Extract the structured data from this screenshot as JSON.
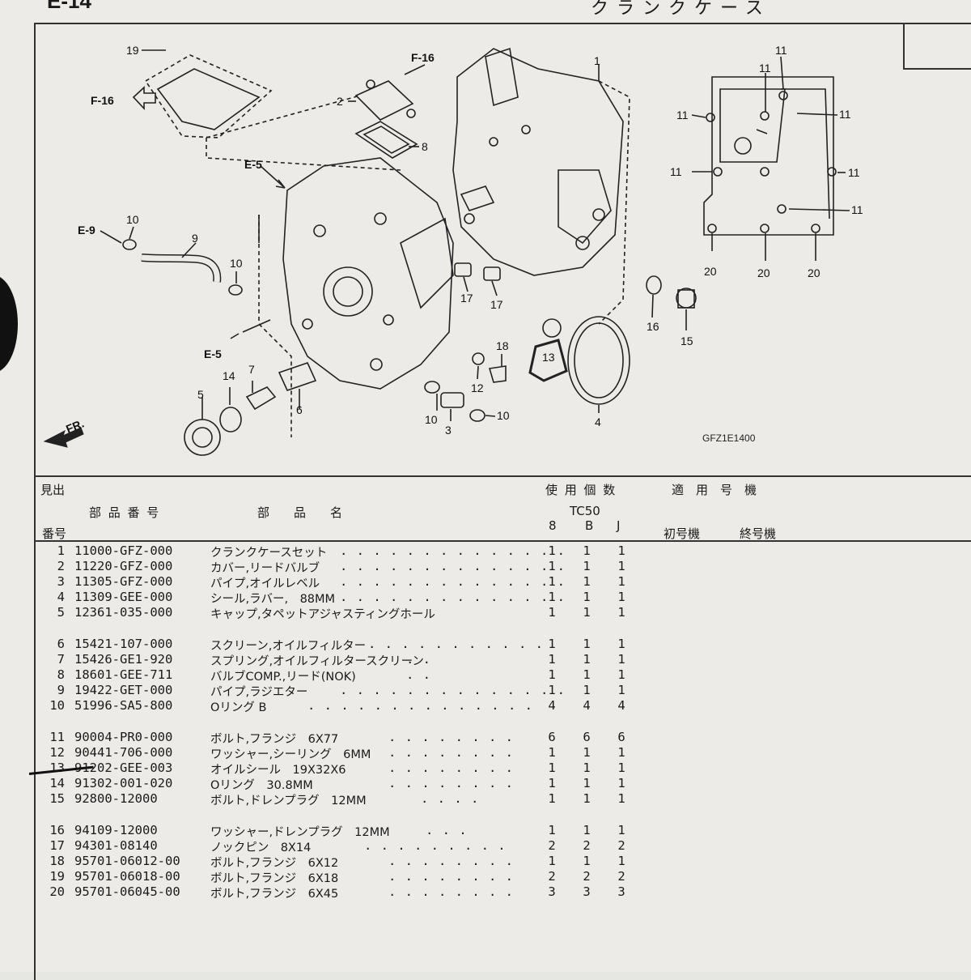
{
  "header": {
    "section_code": "E-14",
    "section_title": "クランクケース"
  },
  "diagram": {
    "code": "GFZ1E1400",
    "direction_label": "FR.",
    "refs": {
      "f16": "F-16",
      "e5": "E-5",
      "e9": "E-9"
    },
    "callouts": {
      "n1": "1",
      "n2": "2",
      "n3": "3",
      "n4": "4",
      "n5": "5",
      "n6": "6",
      "n7": "7",
      "n8": "8",
      "n9": "9",
      "n10": "10",
      "n11": "11",
      "n12": "12",
      "n13": "13",
      "n14": "14",
      "n15": "15",
      "n16": "16",
      "n17": "17",
      "n18": "18",
      "n19": "19",
      "n20": "20"
    }
  },
  "table_header": {
    "midashi": "見出",
    "bango": "番号",
    "part_number": "部 品 番 号",
    "part_name": "部　　品　　名",
    "qty_used": "使 用 個 数",
    "applicable_model": "適　用　号　機",
    "model": "TC50",
    "variants": [
      "8",
      "B",
      "J"
    ],
    "first_serial": "初号機",
    "last_serial": "終号機"
  },
  "rows": [
    {
      "no": "1",
      "part": "11000-GFZ-000",
      "name": "クランクケースセット",
      "dots": ". . . . . . . . . . . . . .",
      "q": [
        "1",
        "1",
        "1"
      ]
    },
    {
      "no": "2",
      "part": "11220-GFZ-000",
      "name": "カバー,リードバルブ",
      "dots": ". . . . . . . . . . . . . .",
      "q": [
        "1",
        "1",
        "1"
      ]
    },
    {
      "no": "3",
      "part": "11305-GFZ-000",
      "name": "パイプ,オイルレベル",
      "dots": ". . . . . . . . . . . . . .",
      "q": [
        "1",
        "1",
        "1"
      ]
    },
    {
      "no": "4",
      "part": "11309-GEE-000",
      "name": "シール,ラバー,　88MM",
      "dots": ". . . . . . . . . . . . . .",
      "q": [
        "1",
        "1",
        "1"
      ]
    },
    {
      "no": "5",
      "part": "12361-035-000",
      "name": "キャップ,タペットアジャスティングホール",
      "dots": "",
      "q": [
        "1",
        "1",
        "1"
      ]
    },
    {
      "no": "6",
      "part": "15421-107-000",
      "name": "スクリーン,オイルフィルター",
      "dots": ". . . . . . . . . . .",
      "q": [
        "1",
        "1",
        "1"
      ]
    },
    {
      "no": "7",
      "part": "15426-GE1-920",
      "name": "スプリング,オイルフィルタースクリーン",
      "dots": ". .",
      "q": [
        "1",
        "1",
        "1"
      ]
    },
    {
      "no": "8",
      "part": "18601-GEE-711",
      "name": "バルブCOMP.,リード(NOK)",
      "dots": ". .",
      "q": [
        "1",
        "1",
        "1"
      ]
    },
    {
      "no": "9",
      "part": "19422-GET-000",
      "name": "パイプ,ラジエター",
      "dots": ". . . . . . . . . . . . . .",
      "q": [
        "1",
        "1",
        "1"
      ]
    },
    {
      "no": "10",
      "part": "51996-SA5-800",
      "name": "Oリング B",
      "dots": ". . . . . . . . . . . . . .",
      "q": [
        "4",
        "4",
        "4"
      ]
    },
    {
      "no": "11",
      "part": "90004-PR0-000",
      "name": "ボルト,フランジ　6X77",
      "dots": ". . . . . . . .",
      "q": [
        "6",
        "6",
        "6"
      ]
    },
    {
      "no": "12",
      "part": "90441-706-000",
      "name": "ワッシャー,シーリング　6MM",
      "dots": ". . . . . . . .",
      "q": [
        "1",
        "1",
        "1"
      ]
    },
    {
      "no": "13",
      "part": "91202-GEE-003",
      "name": "オイルシール　19X32X6",
      "dots": ". . . . . . . .",
      "q": [
        "1",
        "1",
        "1"
      ]
    },
    {
      "no": "14",
      "part": "91302-001-020",
      "name": "Oリング　30.8MM",
      "dots": ". . . . . . . .",
      "q": [
        "1",
        "1",
        "1"
      ]
    },
    {
      "no": "15",
      "part": "92800-12000",
      "name": "ボルト,ドレンプラグ　12MM",
      "dots": ". . . .",
      "q": [
        "1",
        "1",
        "1"
      ]
    },
    {
      "no": "16",
      "part": "94109-12000",
      "name": "ワッシャー,ドレンプラグ　12MM",
      "dots": ". . .",
      "q": [
        "1",
        "1",
        "1"
      ]
    },
    {
      "no": "17",
      "part": "94301-08140",
      "name": "ノックピン　8X14",
      "dots": ". . . . . . . . .",
      "q": [
        "2",
        "2",
        "2"
      ]
    },
    {
      "no": "18",
      "part": "95701-06012-00",
      "name": "ボルト,フランジ　6X12",
      "dots": ". . . . . . . .",
      "q": [
        "1",
        "1",
        "1"
      ]
    },
    {
      "no": "19",
      "part": "95701-06018-00",
      "name": "ボルト,フランジ　6X18",
      "dots": ". . . . . . . .",
      "q": [
        "2",
        "2",
        "2"
      ]
    },
    {
      "no": "20",
      "part": "95701-06045-00",
      "name": "ボルト,フランジ　6X45",
      "dots": ". . . . . . . .",
      "q": [
        "3",
        "3",
        "3"
      ]
    }
  ]
}
